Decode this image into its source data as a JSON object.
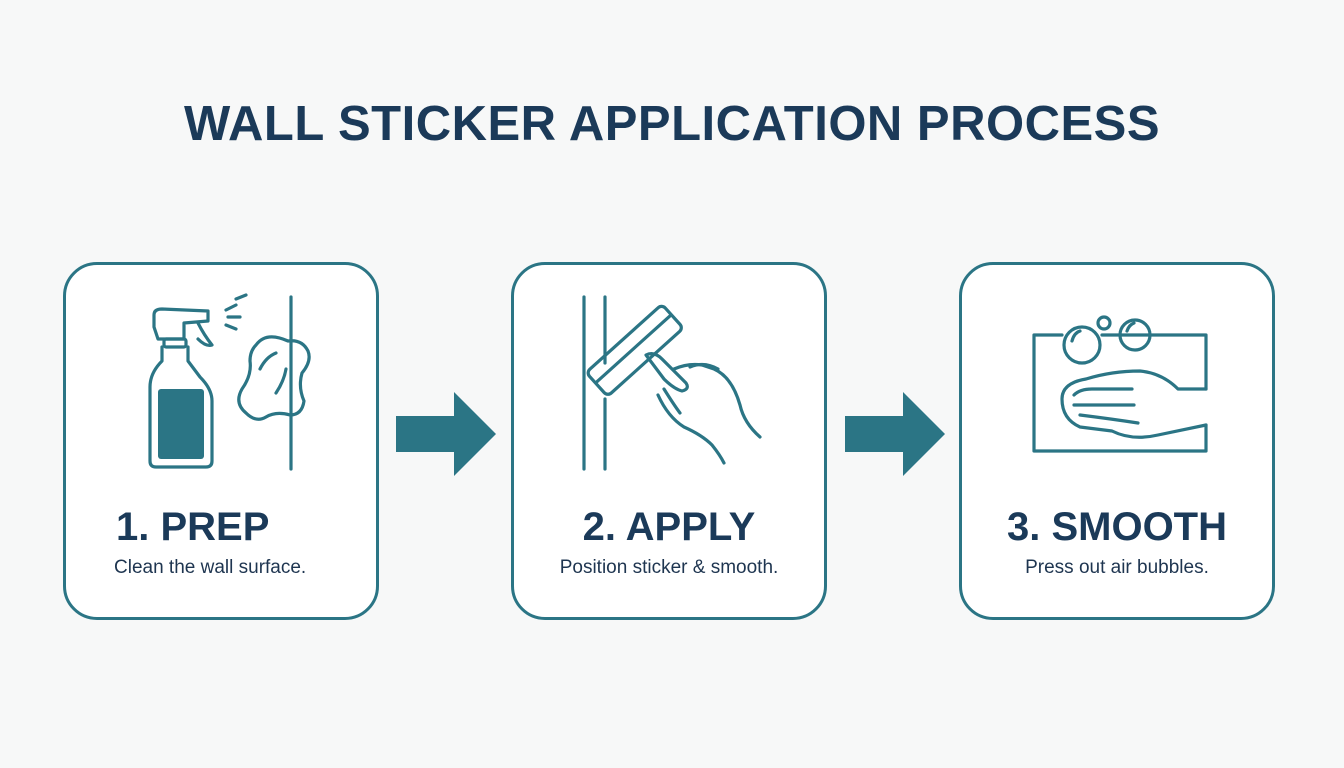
{
  "title": "WALL STICKER APPLICATION PROCESS",
  "colors": {
    "title": "#1b3a59",
    "accent": "#2b7585",
    "background": "#f7f8f8",
    "card_bg": "#ffffff"
  },
  "steps": [
    {
      "title": "1. PREP",
      "description": "Clean the wall surface.",
      "icon": "spray-bottle-cloth-icon"
    },
    {
      "title": "2. APPLY",
      "description": "Position sticker & smooth.",
      "icon": "hand-squeegee-icon"
    },
    {
      "title": "3. SMOOTH",
      "description": "Press out air bubbles.",
      "icon": "hand-bubbles-icon"
    }
  ],
  "arrows": [
    "right-arrow-icon",
    "right-arrow-icon"
  ]
}
